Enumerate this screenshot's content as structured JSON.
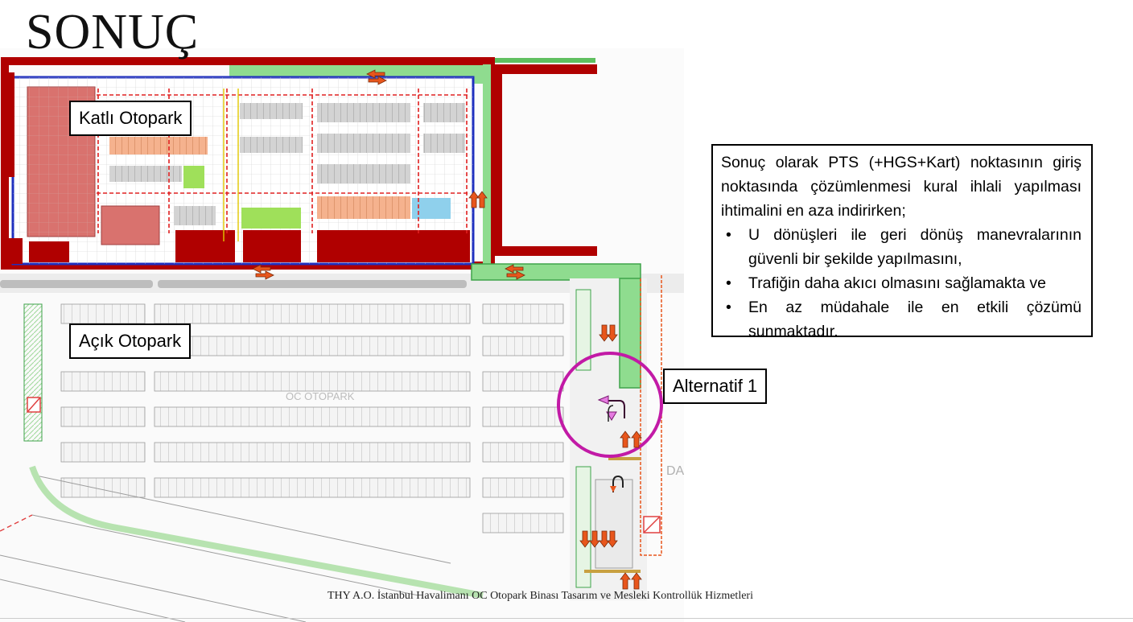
{
  "slide": {
    "title": "SONUÇ",
    "footer": "THY A.O. İstanbul Havalimanı OC Otopark Binası Tasarım ve Mesleki Kontrollük Hizmetleri"
  },
  "plan": {
    "labels": {
      "katli_otopark": "Katlı Otopark",
      "acik_otopark": "Açık Otopark",
      "alternatif": "Alternatif 1"
    },
    "watermark": "OC OTOPARK",
    "colors": {
      "building_red": "#b00000",
      "zone_pink": "#d9726e",
      "lane_green": "#7fd88a",
      "highlight_circle": "#c21aa6",
      "arrow_orange": "#e8561c",
      "structure_blue": "#1f2fbf"
    }
  },
  "info": {
    "intro": "Sonuç olarak PTS (+HGS+Kart) noktasının giriş noktasında çözümlenmesi kural ihlali yapılması ihtimalini en aza indirirken;",
    "bullets": [
      "U dönüşleri ile geri dönüş manevralarının güvenli bir şekilde yapılmasını,",
      "Trafiğin daha akıcı olmasını sağlamakta ve",
      "En az müdahale ile en etkili çözümü sunmaktadır."
    ]
  }
}
